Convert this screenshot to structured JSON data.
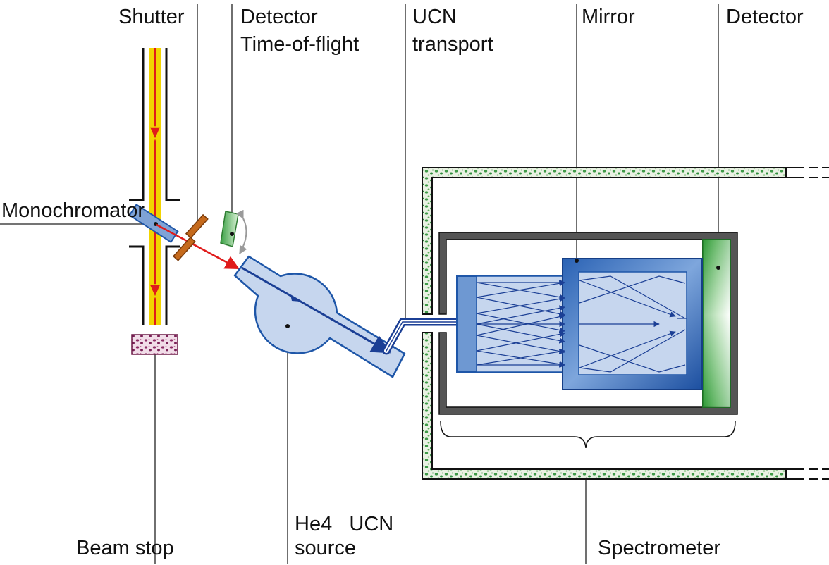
{
  "labels": {
    "shutter": "Shutter",
    "detector_tof_1": "Detector",
    "detector_tof_2": "Time-of-flight",
    "ucn_transport_1": "UCN",
    "ucn_transport_2": "transport",
    "mirror": "Mirror",
    "detector": "Detector",
    "monochromator": "Monochromator",
    "beam_stop": "Beam stop",
    "he4_ucn_source_1": "He4   UCN",
    "he4_ucn_source_2": "source",
    "spectrometer": "Spectrometer"
  },
  "colors": {
    "neutron_beam": "#f2d400",
    "beam_core": "#e01b1b",
    "ucn_path": "#1b3f95",
    "light_blue": "#c6d6ee",
    "mid_blue": "#6e98d2",
    "dark_blue": "#1e56a8",
    "green": "#2fa83a",
    "shutter_brown": "#c56a1c",
    "beam_stop_purple": "#8c2a64",
    "shield_green": "#2f8d3c"
  }
}
